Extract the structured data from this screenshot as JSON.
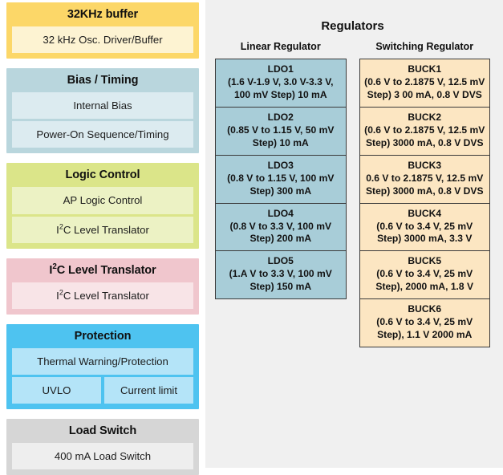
{
  "left_column": {
    "blocks": [
      {
        "id": "32khz-buffer",
        "title": "32KHz buffer",
        "color": "#fcd768",
        "items": [
          {
            "label": "32 kHz Osc. Driver/Buffer"
          }
        ]
      },
      {
        "id": "bias-timing",
        "title": "Bias / Timing",
        "color": "#b9d6dd",
        "items": [
          {
            "label": "Internal Bias"
          },
          {
            "label": "Power-On Sequence/Timing"
          }
        ]
      },
      {
        "id": "logic-control",
        "title": "Logic Control",
        "color": "#dbe589",
        "items": [
          {
            "label": "AP Logic Control"
          },
          {
            "label": "I2C Level Translator",
            "html": "I<sup>2</sup>C Level Translator"
          }
        ]
      },
      {
        "id": "i2c-level-translator",
        "title": "I2C Level Translator",
        "title_html": "I<sup>2</sup>C Level Translator",
        "color": "#f0c6cd",
        "items": [
          {
            "label": "I2C Level Translator",
            "html": "I<sup>2</sup>C Level Translator"
          }
        ]
      },
      {
        "id": "protection",
        "title": "Protection",
        "color": "#4ec3f0",
        "items": [
          {
            "label": "Thermal Warning/Protection"
          },
          {
            "label": "UVLO"
          },
          {
            "label": "Current limit"
          }
        ]
      },
      {
        "id": "load-switch",
        "title": "Load Switch",
        "color": "#d6d6d6",
        "items": [
          {
            "label": "400 mA Load Switch"
          }
        ]
      }
    ]
  },
  "right_panel": {
    "title": "Regulators",
    "background": "#f0f0f0",
    "columns": [
      {
        "id": "linear-regulator",
        "header": "Linear Regulator",
        "cell_color": "#a8cdd8",
        "cells": [
          {
            "name": "LDO1",
            "spec": "(1.6 V-1.9 V, 3.0 V-3.3 V, 100 mV Step) 10 mA"
          },
          {
            "name": "LDO2",
            "spec": "(0.85 V to 1.15 V, 50 mV Step) 10 mA"
          },
          {
            "name": "LDO3",
            "spec": "(0.8 V to 1.15 V, 100 mV Step) 300 mA"
          },
          {
            "name": "LDO4",
            "spec": "(0.8 V to 3.3 V, 100 mV Step) 200 mA"
          },
          {
            "name": "LDO5",
            "spec": "(1.A V to 3.3 V, 100 mV Step) 150 mA"
          }
        ]
      },
      {
        "id": "switching-regulator",
        "header": "Switching Regulator",
        "cell_color": "#fce6c2",
        "cells": [
          {
            "name": "BUCK1",
            "spec": "(0.6 V to 2.1875 V, 12.5 mV Step) 3 00 mA, 0.8 V DVS"
          },
          {
            "name": "BUCK2",
            "spec": "(0.6 V to 2.1875 V, 12.5 mV Step) 3000 mA, 0.8 V DVS"
          },
          {
            "name": "BUCK3",
            "spec": "0.6 V to 2.1875 V, 12.5 mV Step) 3000 mA, 0.8 V DVS"
          },
          {
            "name": "BUCK4",
            "spec": "(0.6 V to 3.4 V, 25 mV Step) 3000 mA, 3.3 V"
          },
          {
            "name": "BUCK5",
            "spec": "(0.6 V to 3.4 V, 25 mV Step), 2000 mA, 1.8 V"
          },
          {
            "name": "BUCK6",
            "spec": "(0.6 V to 3.4 V, 25 mV Step), 1.1 V 2000 mA"
          }
        ]
      }
    ]
  }
}
